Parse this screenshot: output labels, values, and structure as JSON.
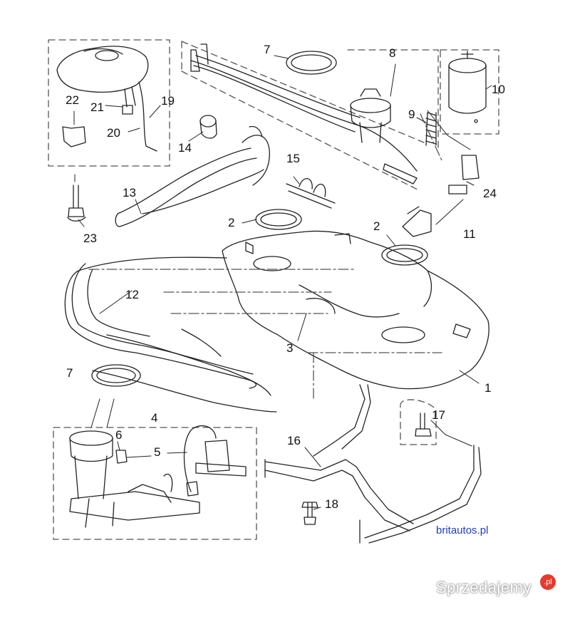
{
  "callouts": [
    {
      "id": "c1",
      "text": "1"
    },
    {
      "id": "c2a",
      "text": "2"
    },
    {
      "id": "c2b",
      "text": "2"
    },
    {
      "id": "c3",
      "text": "3"
    },
    {
      "id": "c4",
      "text": "4"
    },
    {
      "id": "c5",
      "text": "5"
    },
    {
      "id": "c6",
      "text": "6"
    },
    {
      "id": "c7a",
      "text": "7"
    },
    {
      "id": "c7b",
      "text": "7"
    },
    {
      "id": "c8",
      "text": "8"
    },
    {
      "id": "c9",
      "text": "9"
    },
    {
      "id": "c10",
      "text": "10"
    },
    {
      "id": "c11",
      "text": "11"
    },
    {
      "id": "c12",
      "text": "12"
    },
    {
      "id": "c13",
      "text": "13"
    },
    {
      "id": "c14",
      "text": "14"
    },
    {
      "id": "c15",
      "text": "15"
    },
    {
      "id": "c16",
      "text": "16"
    },
    {
      "id": "c17",
      "text": "17"
    },
    {
      "id": "c18",
      "text": "18"
    },
    {
      "id": "c19",
      "text": "19"
    },
    {
      "id": "c20",
      "text": "20"
    },
    {
      "id": "c21",
      "text": "21"
    },
    {
      "id": "c22",
      "text": "22"
    },
    {
      "id": "c23",
      "text": "23"
    },
    {
      "id": "c24",
      "text": "24"
    }
  ],
  "credit": "britautos.pl",
  "watermark": "Sprzedajemy",
  "watermark_badge": ".pl",
  "colors": {
    "line": "#222222",
    "credit": "#1f3fbf",
    "badge": "#e63a2e"
  }
}
